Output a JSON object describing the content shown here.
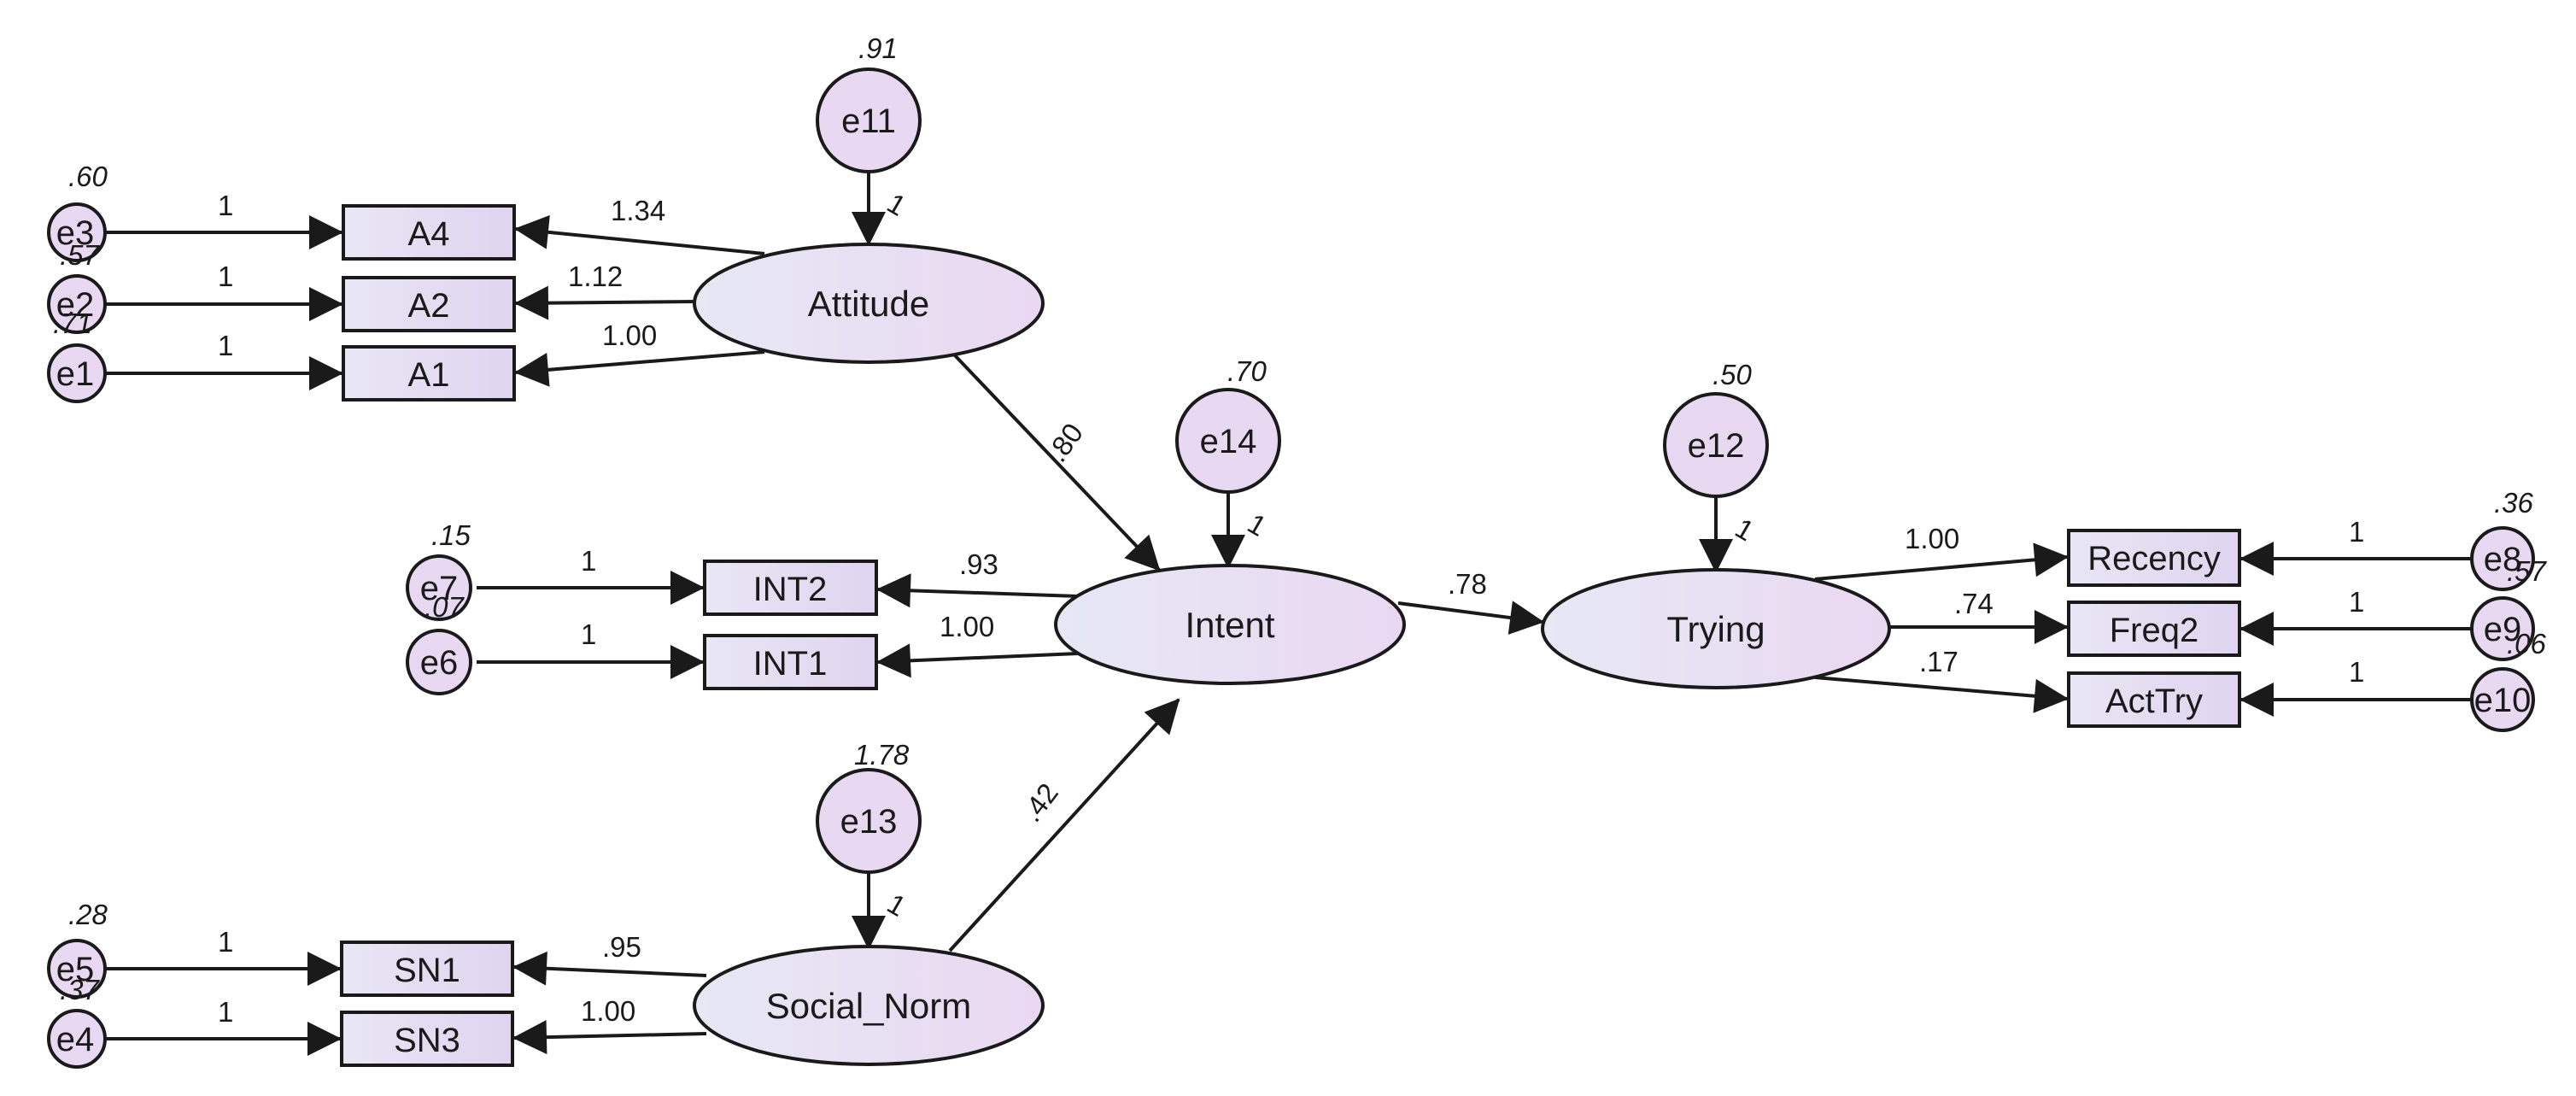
{
  "colors": {
    "latent_fill_start": "#e6e8f4",
    "latent_fill_end": "#ead8f2",
    "observed_fill": "#e4dcf2",
    "error_fill": "#e8d8f2",
    "stroke": "#1a1a1a"
  },
  "latent": {
    "attitude": "Attitude",
    "intent": "Intent",
    "trying": "Trying",
    "social_norm": "Social_Norm"
  },
  "observed": {
    "a4": "A4",
    "a2": "A2",
    "a1": "A1",
    "int2": "INT2",
    "int1": "INT1",
    "sn1": "SN1",
    "sn3": "SN3",
    "recency": "Recency",
    "freq2": "Freq2",
    "acttry": "ActTry"
  },
  "errors": {
    "e1": "e1",
    "e2": "e2",
    "e3": "e3",
    "e4": "e4",
    "e5": "e5",
    "e6": "e6",
    "e7": "e7",
    "e8": "e8",
    "e9": "e9",
    "e10": "e10",
    "e11": "e11",
    "e12": "e12",
    "e13": "e13",
    "e14": "e14"
  },
  "variances": {
    "e3": ".60",
    "e2": ".57",
    "e1": ".71",
    "e7": ".15",
    "e6": ".07",
    "e5": ".28",
    "e4": ".37",
    "e8": ".36",
    "e9": ".57",
    "e10": ".06",
    "e11": ".91",
    "e14": ".70",
    "e12": ".50",
    "e13": "1.78"
  },
  "paths": {
    "att_a4": "1.34",
    "att_a2": "1.12",
    "att_a1": "1.00",
    "int_int2": ".93",
    "int_int1": "1.00",
    "sn_sn1": ".95",
    "sn_sn3": "1.00",
    "att_int": ".80",
    "sn_int": ".42",
    "int_try": ".78",
    "try_rec": "1.00",
    "try_freq": ".74",
    "try_act": ".17",
    "fixed_one": "1"
  }
}
